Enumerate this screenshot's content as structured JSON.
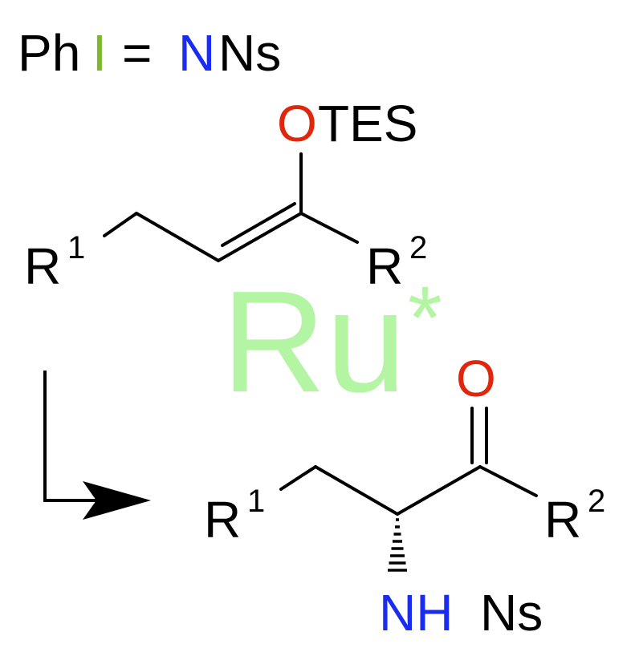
{
  "reagent": {
    "ph": "Ph",
    "iodine": "I",
    "double_bond": "=",
    "nitrogen": "N",
    "ns": "Ns"
  },
  "starting_material": {
    "oxygen": "O",
    "tes": "TES",
    "r1_symbol": "R",
    "r1_index": "1",
    "r2_symbol": "R",
    "r2_index": "2"
  },
  "catalyst": {
    "metal": "Ru",
    "star": "*"
  },
  "product": {
    "oxygen": "O",
    "r1_symbol": "R",
    "r1_index": "1",
    "r2_symbol": "R",
    "r2_index": "2",
    "nh": "NH",
    "ns": "Ns"
  },
  "colors": {
    "black": "#000000",
    "nitrogen": "#1a2cf0",
    "oxygen": "#e0260c",
    "iodine": "#7cb82c",
    "catalyst": "#b4f5a4"
  }
}
